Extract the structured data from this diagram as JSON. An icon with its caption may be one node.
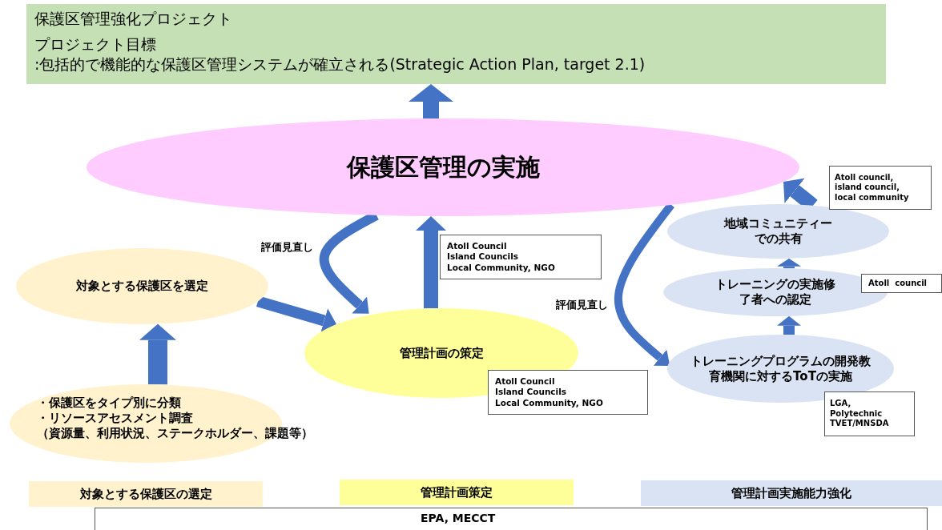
{
  "diagram": {
    "nodes": [
      {
        "text": [
          "保護区管理強化プロジェクト",
          "プロジェクト目標",
          ":包括的で機能的な保護区管理システムが確立される(Strategic Action Plan, target 2.1)"
        ]
      },
      {
        "text": [
          "保護区管理の実施"
        ]
      },
      {
        "text": [
          "対象とする保護区を選定"
        ]
      },
      {
        "text": [
          "・保護区をタイプ別に分類",
          "・リソースアセスメント調査",
          "（資源量、利用状況、ステークホルダー、課題等）"
        ]
      },
      {
        "text": [
          "管理計画の策定"
        ]
      },
      {
        "text": [
          "地域コミュニティーでの共有"
        ]
      },
      {
        "text": [
          "トレーニングの実施修了者への認定"
        ]
      },
      {
        "text": [
          "トレーニングプログラムの開発教育機関に対するToTの実施"
        ]
      },
      {
        "text": [
          "Atoll Council",
          "Island Councils",
          "Local Community, NGO"
        ]
      },
      {
        "text": [
          "Atoll Council",
          "Island Councils",
          "Local Community, NGO"
        ]
      },
      {
        "text": [
          "Atoll council,",
          "island council,",
          "local community"
        ]
      },
      {
        "text": [
          "Atoll  council"
        ]
      },
      {
        "text": [
          "LGA,",
          "Polytechnic",
          "TVET/MNSDA"
        ]
      },
      {
        "text": [
          "対象とする保護区の選定"
        ]
      },
      {
        "text": [
          "管理計画策定"
        ]
      },
      {
        "text": [
          "管理計画実施能力強化"
        ]
      },
      {
        "text": [
          "EPA, MECCT"
        ]
      }
    ],
    "edges": [
      {
        "from": 1,
        "to": 0,
        "arrow": "to"
      },
      {
        "from": 3,
        "to": 2,
        "arrow": "to"
      },
      {
        "from": 2,
        "to": 4,
        "arrow": "to"
      },
      {
        "from": 4,
        "to": 1,
        "arrow": "to"
      },
      {
        "from": 1,
        "to": 4,
        "arrow": "to",
        "label": "評価見直し"
      },
      {
        "from": 1,
        "to": 7,
        "arrow": "to",
        "label": "評価見直し"
      },
      {
        "from": 7,
        "to": 6,
        "arrow": "to"
      },
      {
        "from": 6,
        "to": 5,
        "arrow": "to"
      },
      {
        "from": 5,
        "to": 1,
        "arrow": "to"
      }
    ]
  }
}
